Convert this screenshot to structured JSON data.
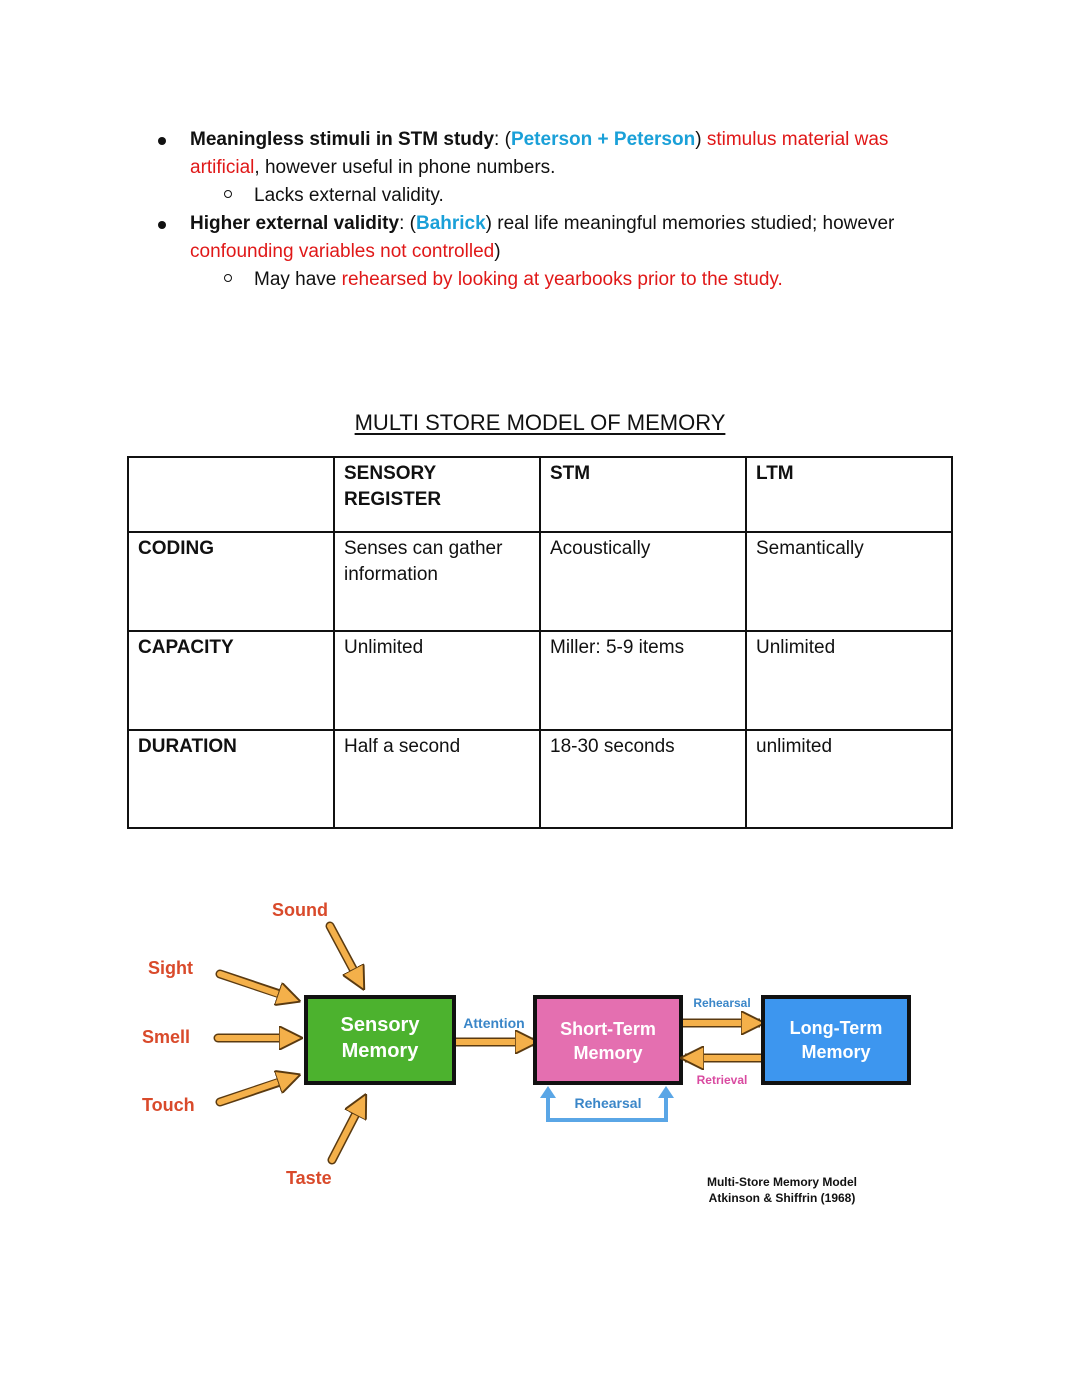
{
  "notes": {
    "bullet1": {
      "heading": "Meaningless stimuli in STM study",
      "colon": ": (",
      "ref": "Peterson + Peterson",
      "close": ") ",
      "red1": "stimulus material was artificial",
      "rest": ", however useful in phone numbers.",
      "sub": "Lacks external validity."
    },
    "bullet2": {
      "heading": "Higher external validity",
      "colon": ": (",
      "ref": "Bahrick",
      "rest": ") real life meaningful memories studied; however ",
      "red1": "confounding variables not controlled",
      "close": ")",
      "sub_prefix": "May have ",
      "sub_red": "rehearsed by looking at yearbooks prior to the study."
    }
  },
  "table": {
    "title": "MULTI STORE MODEL OF MEMORY",
    "headers": [
      "",
      "SENSORY REGISTER",
      "STM",
      "LTM"
    ],
    "rows": [
      {
        "label": "CODING",
        "cells": [
          "Senses can gather information",
          "Acoustically",
          "Semantically"
        ]
      },
      {
        "label": "CAPACITY",
        "cells": [
          "Unlimited",
          "Miller: 5-9 items",
          "Unlimited"
        ]
      },
      {
        "label": "DURATION",
        "cells": [
          "Half a second",
          "18-30 seconds",
          "unlimited"
        ]
      }
    ]
  },
  "diagram": {
    "inputs": [
      "Sound",
      "Sight",
      "Smell",
      "Touch",
      "Taste"
    ],
    "sensory": [
      "Sensory",
      "Memory"
    ],
    "stm": [
      "Short-Term",
      "Memory"
    ],
    "ltm": [
      "Long-Term",
      "Memory"
    ],
    "attention": "Attention",
    "rehearsal_top": "Rehearsal",
    "retrieval": "Retrieval",
    "rehearsal_loop": "Rehearsal",
    "caption_line1": "Multi-Store Memory Model",
    "caption_line2": "Atkinson & Shiffrin (1968)",
    "colors": {
      "input_label": "#d94a2b",
      "arrow": "#f4b04a",
      "sensory_box": "#4cb22e",
      "stm_box": "#e46fb0",
      "ltm_box": "#3d96ef",
      "label_blue": "#3a86c8",
      "retrieval_pink": "#d94aa0",
      "loop": "#5aa6e6"
    }
  }
}
